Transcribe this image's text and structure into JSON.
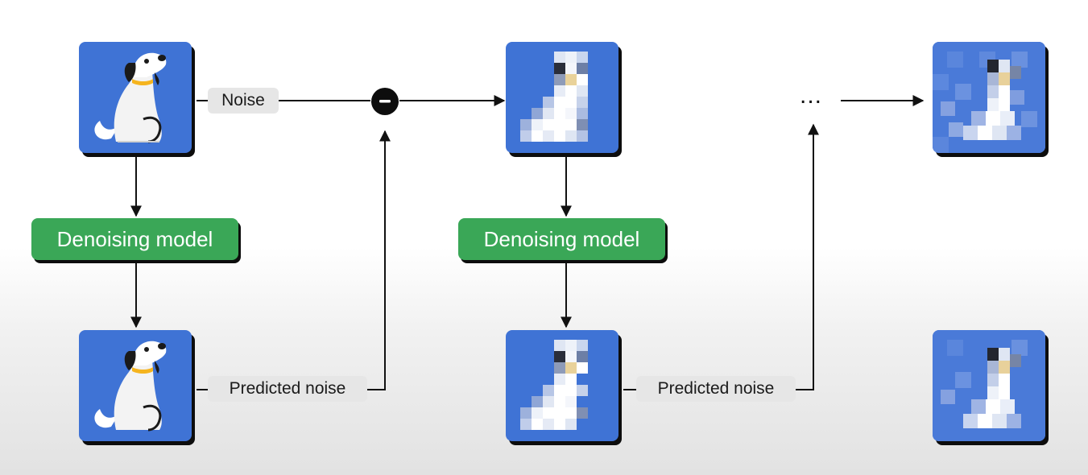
{
  "diagram": {
    "noise_label": "Noise",
    "predicted_noise_label": "Predicted noise",
    "denoising_model_label": "Denoising model",
    "ellipsis": "..."
  },
  "colors": {
    "tile_blue": "#3f73d5",
    "model_green": "#3aa757",
    "collar_yellow": "#f5b41e",
    "pill_gray": "#e6e6e6",
    "arrow_black": "#111111"
  }
}
